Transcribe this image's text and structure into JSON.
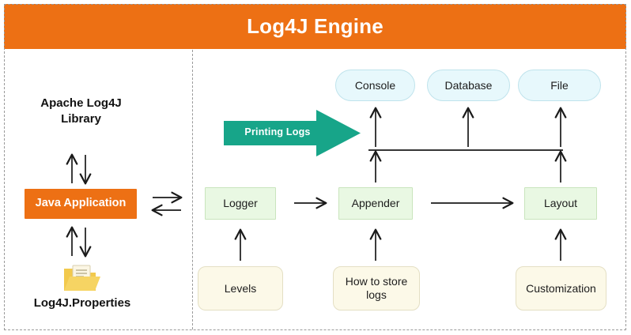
{
  "header": {
    "title": "Log4J Engine",
    "background_color": "#ED7014",
    "text_color": "#FFFFFF"
  },
  "left_panel": {
    "top_label": "Apache Log4J\nLibrary",
    "top_label_line1": "Apache Log4J",
    "top_label_line2": "Library",
    "app_box": {
      "label": "Java Application",
      "fill": "#ED7014",
      "text_color": "#FFFFFF"
    },
    "bottom_label": "Log4J.Properties",
    "folder_icon": "folder-icon",
    "connectors": [
      {
        "name": "library-to-app",
        "type": "bidirectional-vertical"
      },
      {
        "name": "app-to-properties",
        "type": "bidirectional-vertical"
      },
      {
        "name": "app-to-engine",
        "type": "bidirectional-horizontal"
      }
    ]
  },
  "right_panel": {
    "printing_arrow": {
      "label": "Printing Logs",
      "fill": "#17A589",
      "text_color": "#FFFFFF",
      "direction": "right"
    },
    "outputs": [
      {
        "label": "Console",
        "shape": "pill",
        "fill": "#E7F8FC"
      },
      {
        "label": "Database",
        "shape": "pill",
        "fill": "#E7F8FC"
      },
      {
        "label": "File",
        "shape": "pill",
        "fill": "#E7F8FC"
      }
    ],
    "pipeline": [
      {
        "label": "Logger",
        "shape": "rect",
        "fill": "#E9F8E3"
      },
      {
        "label": "Appender",
        "shape": "rect",
        "fill": "#E9F8E3"
      },
      {
        "label": "Layout",
        "shape": "rect",
        "fill": "#E9F8E3"
      }
    ],
    "details": [
      {
        "label": "Levels",
        "shape": "rounded-rect",
        "fill": "#FCF9E8"
      },
      {
        "label": "How to store logs",
        "label_line1": "How to store",
        "label_line2": "logs",
        "shape": "rounded-rect",
        "fill": "#FCF9E8"
      },
      {
        "label": "Customization",
        "shape": "rounded-rect",
        "fill": "#FCF9E8"
      }
    ],
    "flow_arrows": [
      {
        "name": "logger-to-appender",
        "from": "Logger",
        "to": "Appender"
      },
      {
        "name": "appender-to-layout",
        "from": "Appender",
        "to": "Layout"
      },
      {
        "name": "levels-to-logger",
        "from": "Levels",
        "to": "Logger"
      },
      {
        "name": "howtostorelogs-to-appender",
        "from": "How to store logs",
        "to": "Appender"
      },
      {
        "name": "customization-to-layout",
        "from": "Customization",
        "to": "Layout"
      },
      {
        "name": "appender-to-bus",
        "from": "Appender",
        "to": "output-bus"
      },
      {
        "name": "layout-to-bus",
        "from": "Layout",
        "to": "output-bus"
      },
      {
        "name": "bus-to-console",
        "from": "output-bus",
        "to": "Console"
      },
      {
        "name": "bus-to-database",
        "from": "output-bus",
        "to": "Database"
      },
      {
        "name": "bus-to-file",
        "from": "output-bus",
        "to": "File"
      }
    ]
  }
}
